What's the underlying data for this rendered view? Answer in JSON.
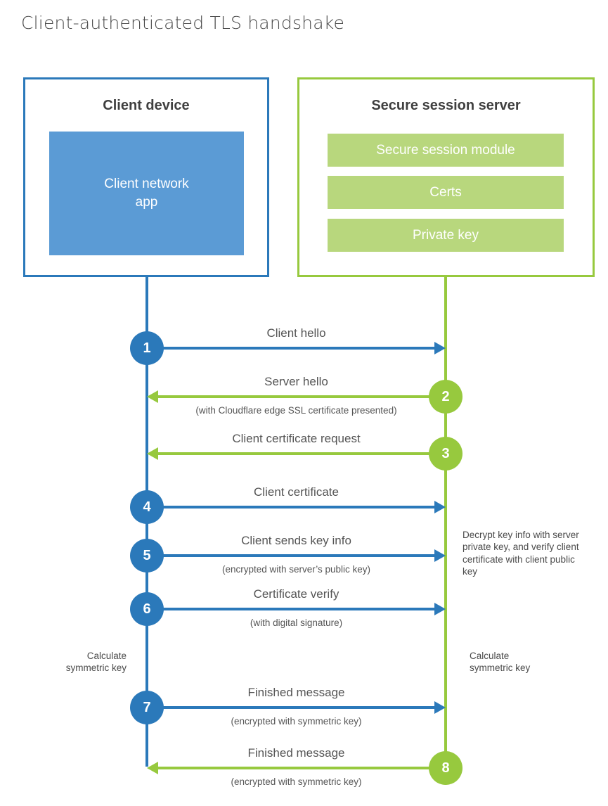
{
  "title": "Client-authenticated TLS handshake",
  "client": {
    "heading": "Client device",
    "app_label": "Client network\napp"
  },
  "server": {
    "heading": "Secure session server",
    "modules": [
      "Secure session module",
      "Certs",
      "Private key"
    ]
  },
  "messages": [
    {
      "num": "1",
      "from": "client",
      "label": "Client hello"
    },
    {
      "num": "2",
      "from": "server",
      "label": "Server hello",
      "sub": "(with Cloudflare edge SSL certificate presented)"
    },
    {
      "num": "3",
      "from": "server",
      "label": "Client certificate request"
    },
    {
      "num": "4",
      "from": "client",
      "label": "Client certificate"
    },
    {
      "num": "5",
      "from": "client",
      "label": "Client sends key info",
      "sub": "(encrypted with server’s public key)"
    },
    {
      "num": "6",
      "from": "client",
      "label": "Certificate verify",
      "sub": "(with digital signature)"
    },
    {
      "num": "7",
      "from": "client",
      "label": "Finished message",
      "sub": "(encrypted with symmetric key)"
    },
    {
      "num": "8",
      "from": "server",
      "label": "Finished message",
      "sub": "(encrypted with symmetric key)"
    }
  ],
  "annotations": {
    "server_note": "Decrypt key info with server private key, and verify client certificate with client public key",
    "client_calc": "Calculate\nsymmetric key",
    "server_calc": "Calculate\nsymmetric key"
  },
  "colors": {
    "blue": "#2b79ba",
    "blue-fill": "#5b9bd5",
    "green": "#97c93e",
    "green-fill": "#b8d77d",
    "heading": "#3f3f3f",
    "label": "#555555",
    "note": "#4a4a4a",
    "title": "#4a4a4a"
  }
}
